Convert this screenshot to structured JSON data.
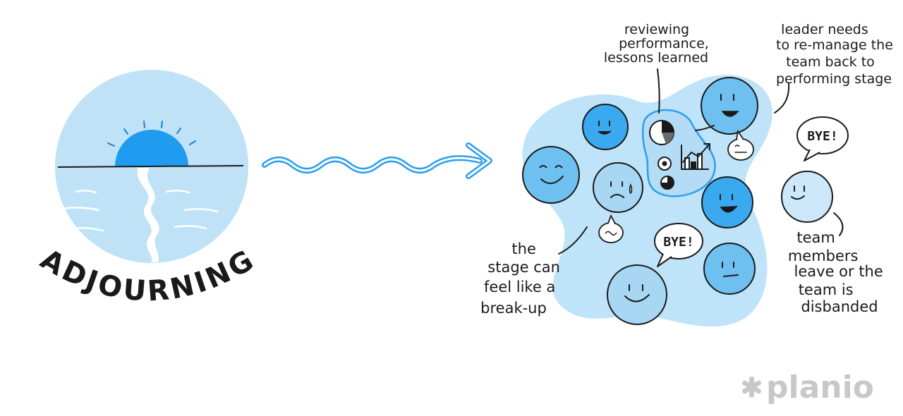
{
  "title": "ADJOURNING",
  "notes": {
    "reviewing": [
      "reviewing",
      "performance,",
      "lessons learned"
    ],
    "leader": [
      "leader needs",
      "to re-manage the",
      "team back to",
      "performing stage"
    ],
    "breakup": [
      "the",
      "stage can",
      "feel like a",
      "break-up"
    ],
    "members": [
      "team",
      "members",
      "leave or the",
      "team is",
      "disbanded"
    ]
  },
  "bubbles": {
    "bye_left": "BYE!",
    "bye_right": "BYE!"
  },
  "brand": {
    "name": "planio",
    "icon": "asterisk-icon"
  },
  "colors": {
    "sky": "#a9d8f4",
    "sun": "#1f9cf0",
    "face_light": "#a8d7f4",
    "face_mid": "#6ec0f0",
    "face_dark": "#3aa9ef",
    "blob": "#bfe3f8",
    "arrow": "#2b9fec",
    "ink": "#1a1a1a",
    "brand_gray": "#c8c8c8"
  }
}
